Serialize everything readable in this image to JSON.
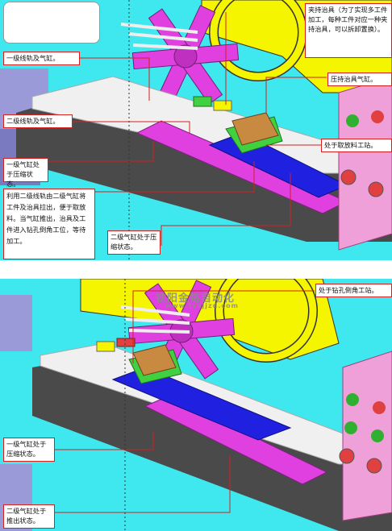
{
  "top_panel": {
    "callouts": {
      "fixture_note": "夹持治具（为了实现多工件加工，每种工件对应一种夹持治具，可以拆卸置换）。",
      "level1_rail": "一级线轨及气缸。",
      "press_fixture": "压持治具气缸。",
      "level2_rail": "二级线轨及气缸。",
      "loading_station": "处于取放料工站。",
      "level1_cyl_compressed": "一级气缸处于压缩状态。",
      "process_note": "利用二级线轨由二级气缸将工件及治具拉出，便于取放料。当气缸推出，治具及工件进入钻孔倒角工位，等待加工。",
      "level2_cyl_compressed": "二级气缸处于压缩状态。"
    }
  },
  "bottom_panel": {
    "watermark": "铁阳金铭自动化",
    "watermark_url": "www.tysjjzd.com",
    "callouts": {
      "drilling_station": "处于钻孔倒角工站。",
      "level1_cyl_compressed": "一级气缸处于压缩状态。",
      "level2_cyl_pushed": "二级气缸处于推出状态。"
    }
  },
  "colors": {
    "background": "#3fe8ee",
    "yellow_frame": "#f5f500",
    "magenta_part": "#e040e0",
    "blue_slide": "#2020e0",
    "rail_gray": "#4a4a4a",
    "callout_border": "#d62020",
    "workpiece": "#c88a40"
  }
}
